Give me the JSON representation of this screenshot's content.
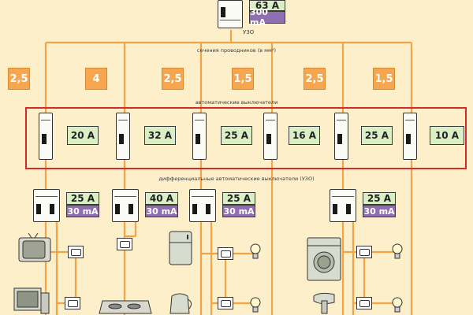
{
  "main_rcd": {
    "current": "63 A",
    "leakage": "300 mA",
    "label": "УЗО"
  },
  "captions": {
    "cross_sections": "сечения проводников (в мм²)",
    "circuit_breakers": "автоматические выключатели",
    "rcbo": "дифференциальные автоматические выключатели (УЗО)"
  },
  "cross_sections": [
    "2,5",
    "4",
    "2,5",
    "1,5",
    "2,5",
    "1,5"
  ],
  "breakers": [
    "20 A",
    "32 A",
    "25 A",
    "16 A",
    "25 A",
    "10 A"
  ],
  "rcbos": [
    {
      "current": "25 A",
      "leakage": "30 mA"
    },
    {
      "current": "40 A",
      "leakage": "30 mA"
    },
    {
      "current": "25 A",
      "leakage": "30 mA"
    },
    {
      "current": "25 A",
      "leakage": "30 mA"
    }
  ],
  "colors": {
    "wire": "#f4a347",
    "highlight": "#d42a2a",
    "background": "#fdefc9",
    "current_box": "#dbefc6",
    "leakage_box": "#8f6fb2"
  },
  "devices": [
    "tv-icon",
    "computer-icon",
    "microwave-icon",
    "cooktop-icon",
    "refrigerator-icon",
    "kettle-icon",
    "washing-machine-icon",
    "hair-dryer-icon",
    "light-bulb-icon",
    "socket-icon"
  ]
}
